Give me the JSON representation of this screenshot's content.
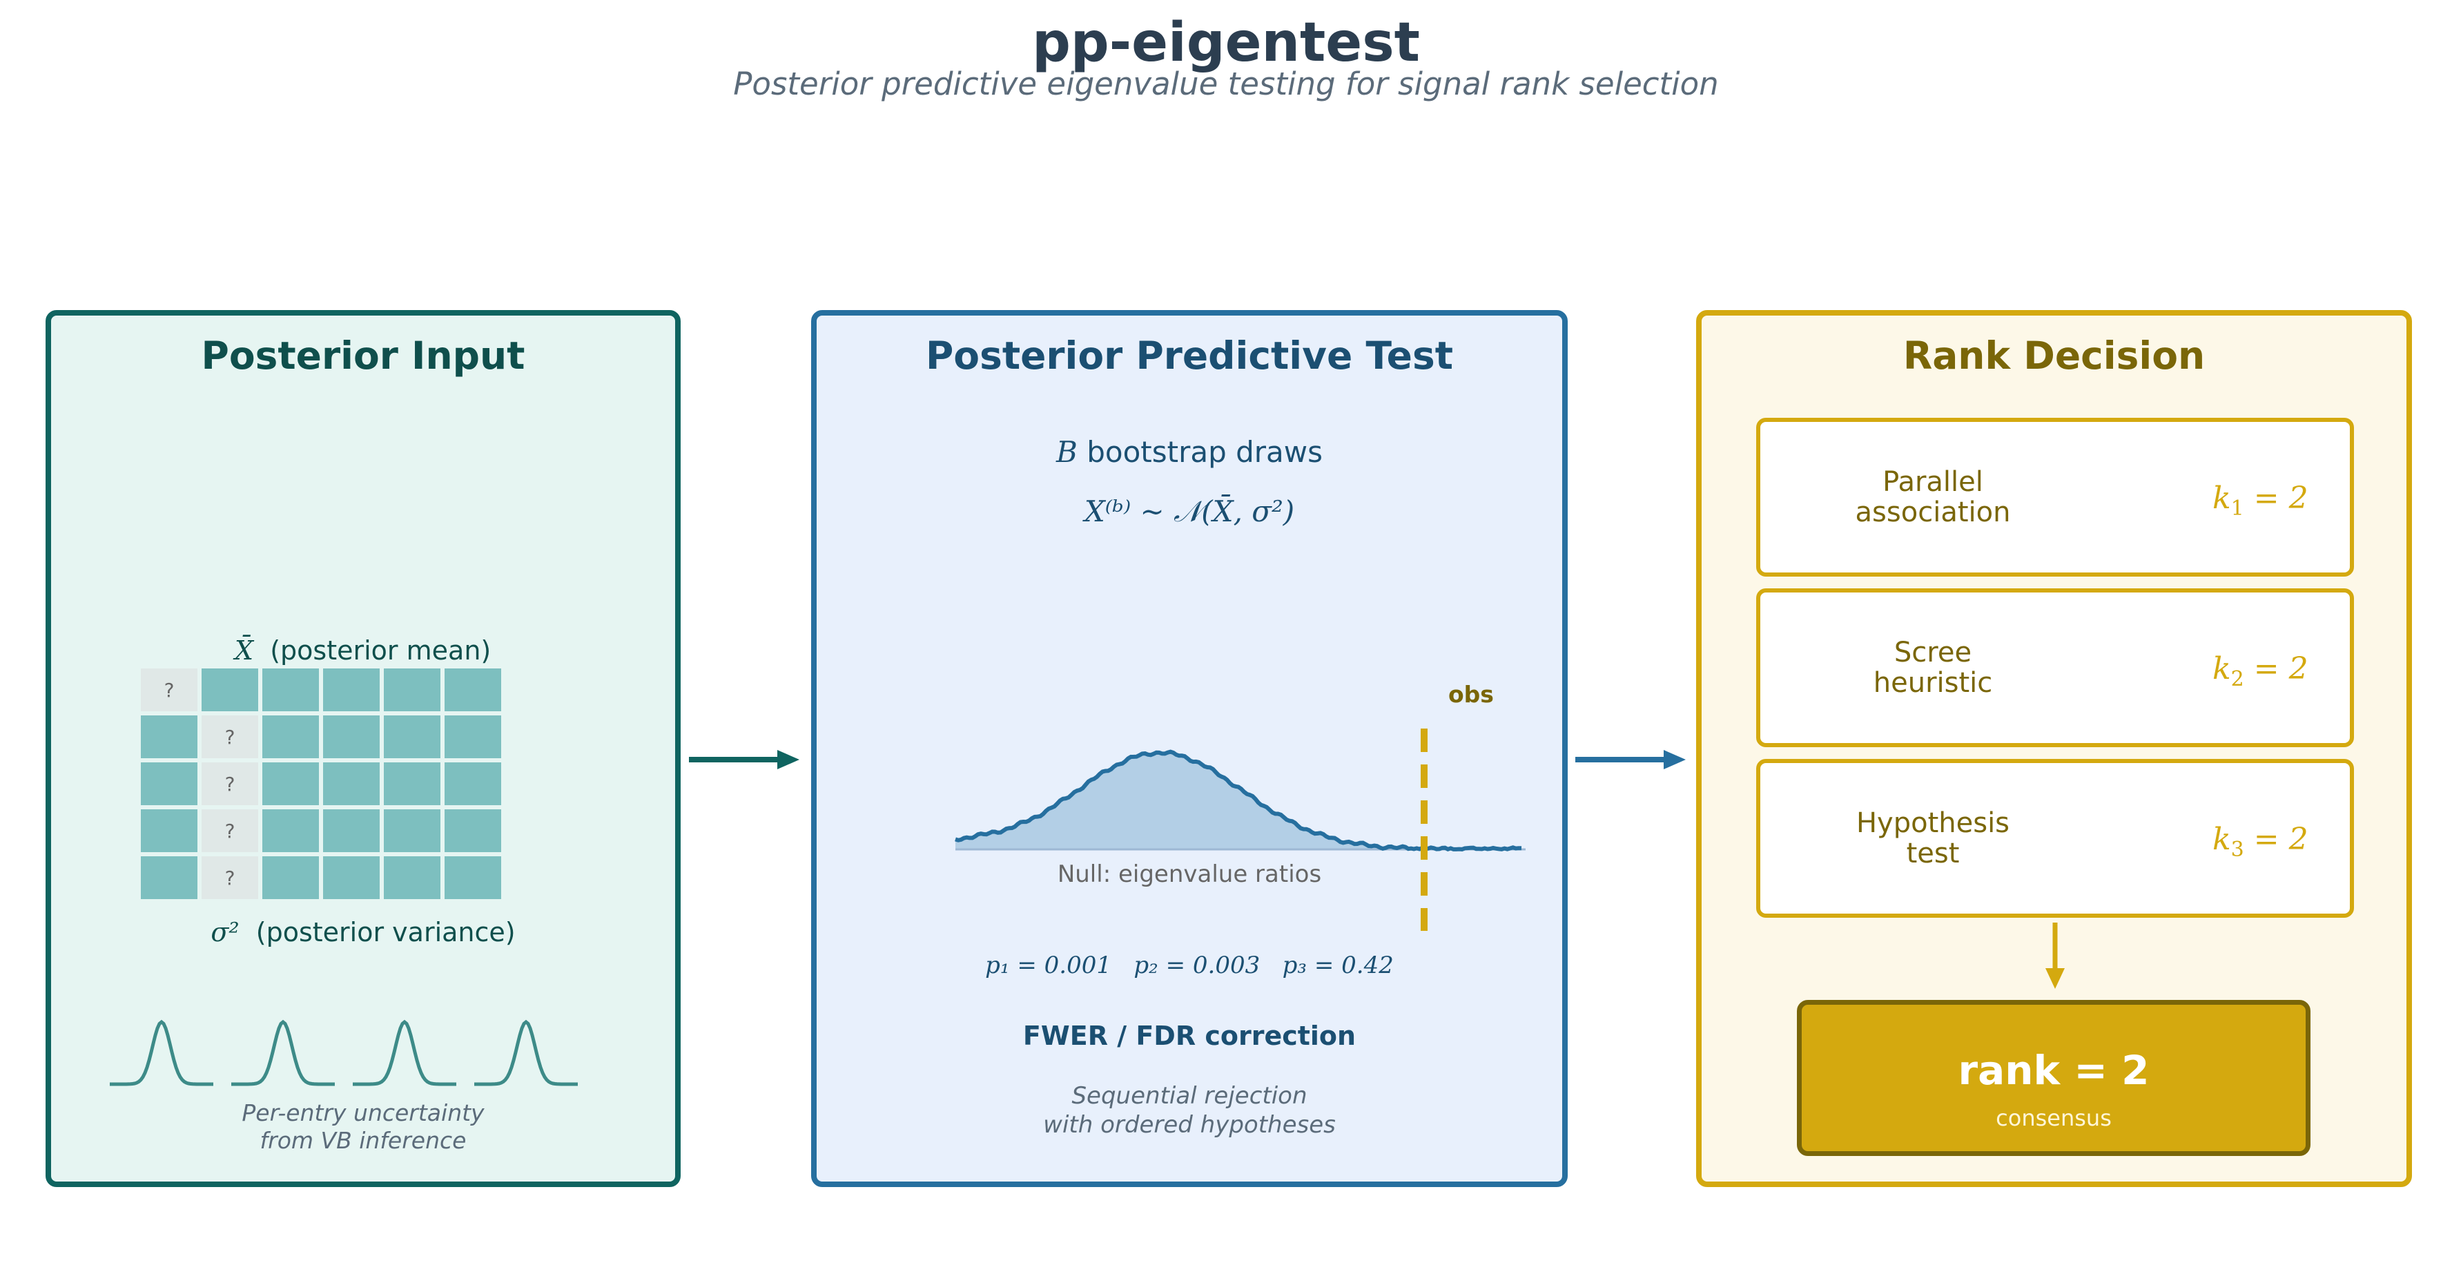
{
  "header": {
    "title": "pp-eigentest",
    "subtitle": "Posterior predictive eigenvalue testing for signal rank selection"
  },
  "colors": {
    "teal": "#0f6460",
    "blue": "#266f9f",
    "gold": "#d4a90f",
    "dark_gold": "#7a6608"
  },
  "input_panel": {
    "title": "Posterior Input",
    "mean_label_symbol": "X̄",
    "mean_label_text": "(posterior mean)",
    "missing_marker": "?",
    "variance_label_symbol": "σ²",
    "variance_label_text": "(posterior variance)",
    "caption_line1": "Per-entry uncertainty",
    "caption_line2": "from VB inference"
  },
  "test_panel": {
    "title": "Posterior Predictive Test",
    "draws_symbol": "B",
    "draws_text": "bootstrap draws",
    "formula": "X⁽ᵇ⁾ ~ 𝒩(X̄, σ²)",
    "obs_label": "obs",
    "null_label": "Null: eigenvalue ratios",
    "pvalues": "p₁ = 0.001   p₂ = 0.003   p₃ = 0.42",
    "correction": "FWER / FDR correction",
    "caption_line1": "Sequential rejection",
    "caption_line2": "with ordered hypotheses"
  },
  "rank_panel": {
    "title": "Rank Decision",
    "methods": [
      {
        "label": "Parallel\nassociation",
        "k": "k",
        "sub": "1",
        "value": " = 2"
      },
      {
        "label": "Scree\nheuristic",
        "k": "k",
        "sub": "2",
        "value": " = 2"
      },
      {
        "label": "Hypothesis\ntest",
        "k": "k",
        "sub": "3",
        "value": " = 2"
      }
    ],
    "result": "rank = 2",
    "result_caption": "consensus"
  }
}
